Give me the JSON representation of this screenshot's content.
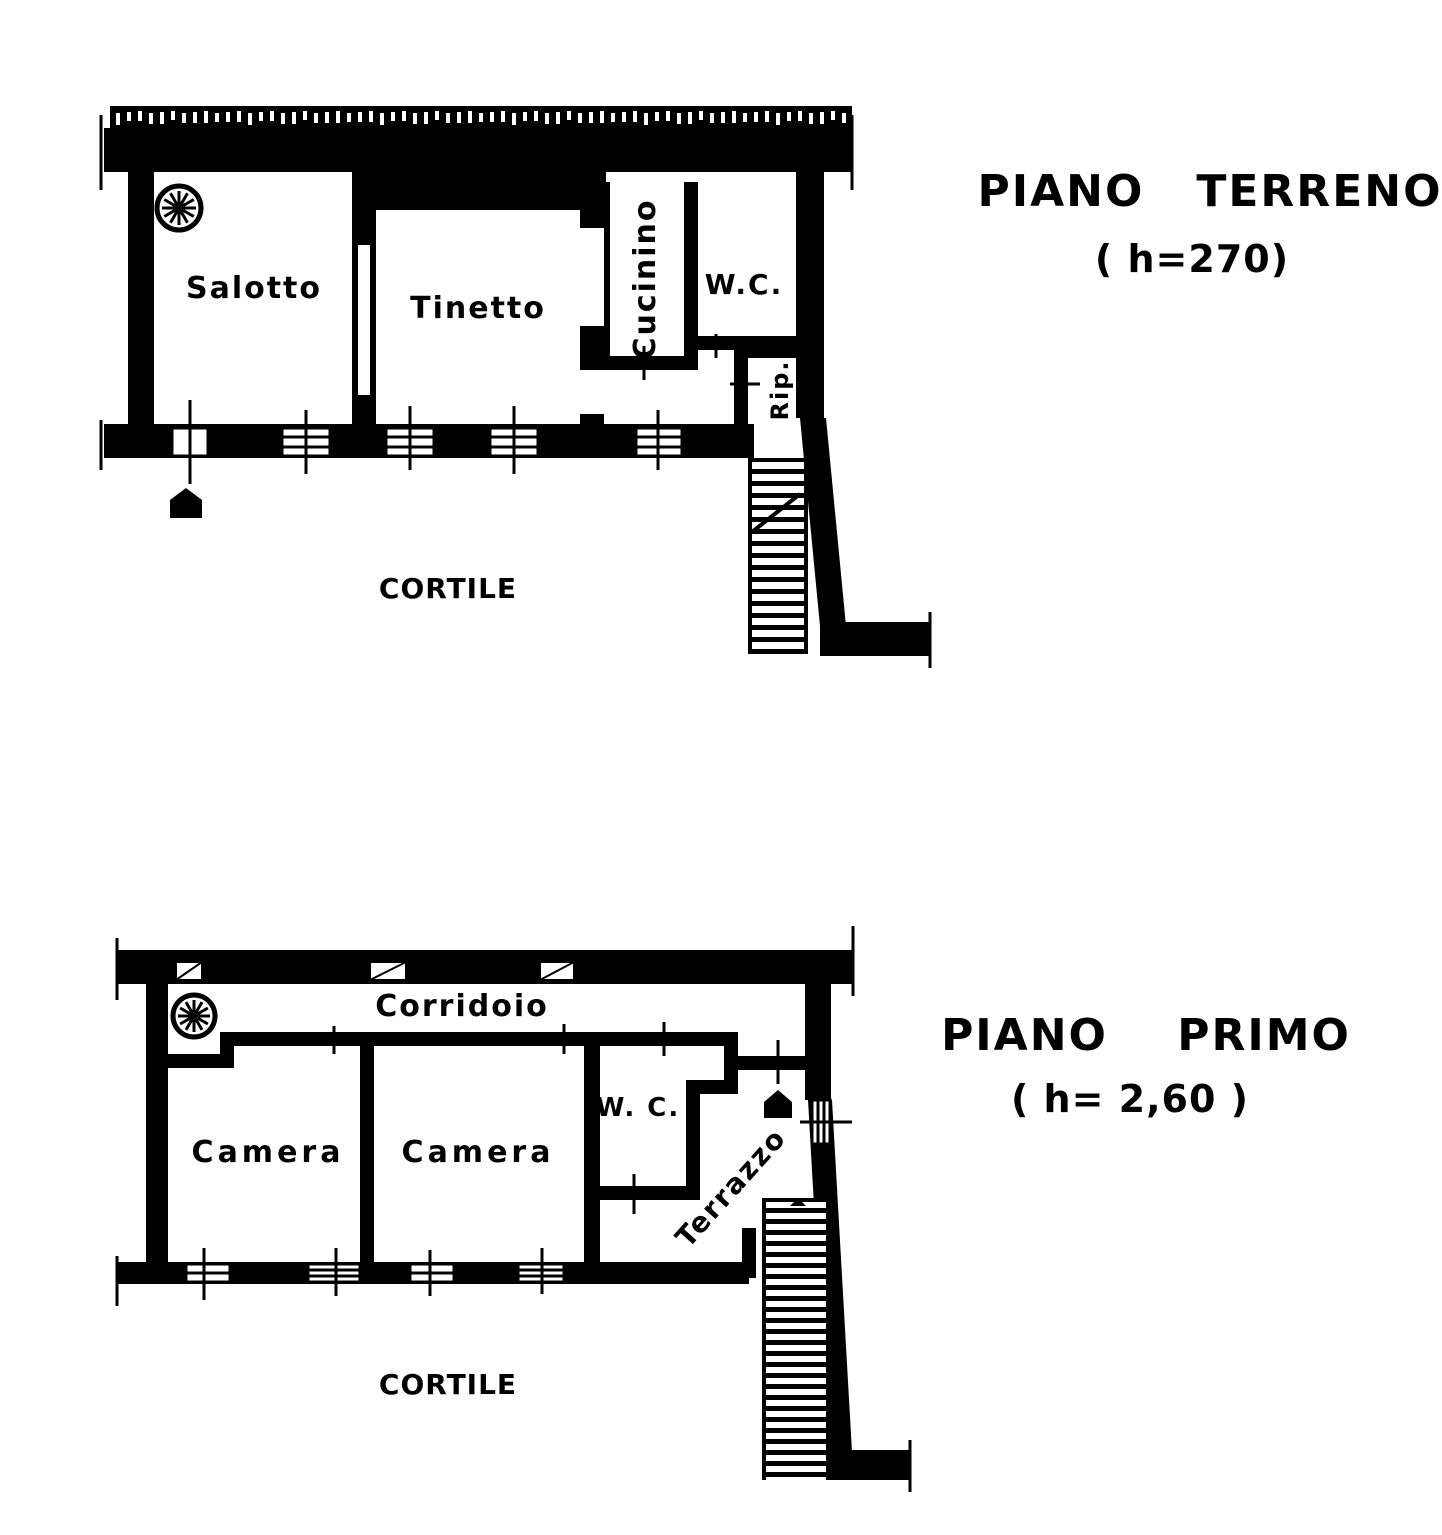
{
  "ground_floor": {
    "title": "PIANO   TERRENO",
    "height": "( h=270)",
    "rooms": {
      "salotto": "Salotto",
      "tinetto": "Tinetto",
      "cucinino": "Cucinino",
      "wc": "W.C.",
      "rip": "Rip.",
      "courtyard": "CORTILE"
    }
  },
  "first_floor": {
    "title": "PIANO    PRIMO",
    "height": "( h= 2,60 )",
    "rooms": {
      "corridoio": "Corridoio",
      "camera1": "Camera",
      "camera2": "Camera",
      "wc": "W. C.",
      "terrazzo": "Terrazzo",
      "courtyard": "CORTILE"
    }
  },
  "colors": {
    "ink": "#000000",
    "paper": "#ffffff"
  }
}
